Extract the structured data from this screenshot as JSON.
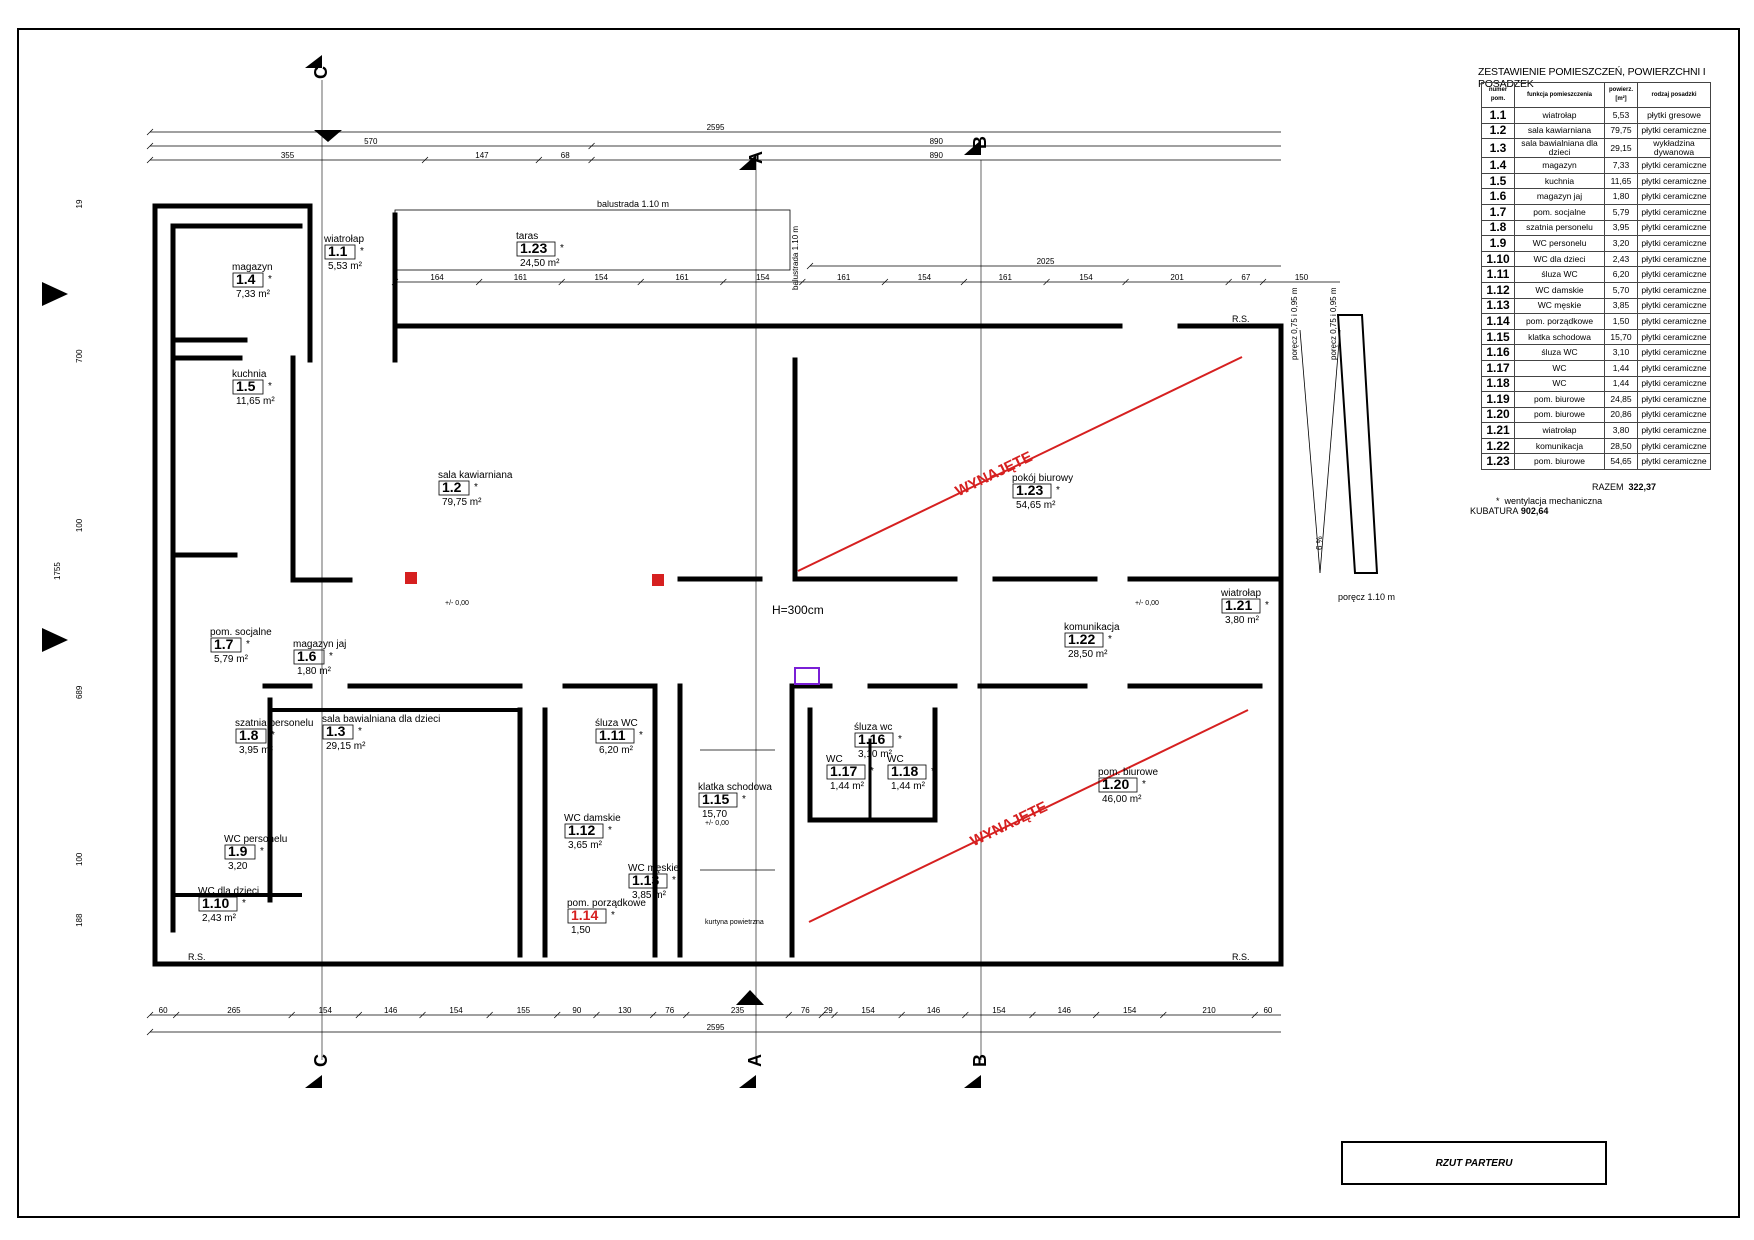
{
  "drawing": {
    "title": "RZUT PARTERU",
    "height_note": "H=300cm",
    "rented_label": "WYNAJĘTE",
    "balustrade": "balustrada 1.10 m",
    "balustrade_v": "balustrada 1.10 m",
    "handrail_ramp": "poręcz 1.10 m",
    "handrail_a": "poręcz 0,75 i 0,95 m",
    "handrail_b": "poręcz 0,75 i 0,95 m",
    "ramp_slope": "6 %",
    "rs": "R.S.",
    "air_curtain": "kurtyna powietrzna",
    "level": "+/- 0,00",
    "section_c": "C",
    "section_a": "A",
    "section_b": "B",
    "rented_color": "#d62020"
  },
  "rooms": [
    {
      "num": "1.1",
      "name": "wiatrołap",
      "area": "5,53 m²"
    },
    {
      "num": "1.2",
      "name": "sala kawiarniana",
      "area": "79,75 m²"
    },
    {
      "num": "1.3",
      "name": "sala bawialniana dla dzieci",
      "area": "29,15 m²"
    },
    {
      "num": "1.4",
      "name": "magazyn",
      "area": "7,33 m²"
    },
    {
      "num": "1.5",
      "name": "kuchnia",
      "area": "11,65 m²"
    },
    {
      "num": "1.6",
      "name": "magazyn jaj",
      "area": "1,80 m²"
    },
    {
      "num": "1.7",
      "name": "pom. socjalne",
      "area": "5,79 m²"
    },
    {
      "num": "1.8",
      "name": "szatnia personelu",
      "area": "3,95 m²"
    },
    {
      "num": "1.9",
      "name": "WC personelu",
      "area": "3,20"
    },
    {
      "num": "1.10",
      "name": "WC dla dzieci",
      "area": "2,43 m²"
    },
    {
      "num": "1.11",
      "name": "śluza WC",
      "area": "6,20 m²"
    },
    {
      "num": "1.12",
      "name": "WC damskie",
      "area": "3,65 m²"
    },
    {
      "num": "1.13",
      "name": "WC męskie",
      "area": "3,85 m²"
    },
    {
      "num": "1.14",
      "name": "pom. porządkowe",
      "area": "1,50"
    },
    {
      "num": "1.15",
      "name": "klatka schodowa",
      "area": "15,70"
    },
    {
      "num": "1.16",
      "name": "śluza wc",
      "area": "3,10 m²"
    },
    {
      "num": "1.17",
      "name": "WC",
      "area": "1,44 m²"
    },
    {
      "num": "1.18",
      "name": "WC",
      "area": "1,44 m²"
    },
    {
      "num": "1.20",
      "name": "pom. biurowe",
      "area": "46,00 m²"
    },
    {
      "num": "1.21",
      "name": "wiatrołap",
      "area": "3,80 m²"
    },
    {
      "num": "1.22",
      "name": "komunikacja",
      "area": "28,50 m²"
    },
    {
      "num": "1.23",
      "name": "taras",
      "area": "24,50 m²"
    },
    {
      "num": "1.23",
      "name": "pokój biurowy",
      "area": "54,65 m²"
    }
  ],
  "dimensions": {
    "top_total": "2595",
    "top_row1": [
      "570",
      "890"
    ],
    "top_row2": [
      "355",
      "147",
      "68",
      "890"
    ],
    "facade_total": "2025",
    "facade": [
      "164",
      "161",
      "154",
      "161",
      "154",
      "161",
      "154",
      "161",
      "154",
      "201",
      "67",
      "150"
    ],
    "bottom_total": "2595",
    "bottom": [
      "60",
      "265",
      "154",
      "146",
      "154",
      "155",
      "90",
      "130",
      "76",
      "235",
      "76",
      "29",
      "154",
      "146",
      "154",
      "146",
      "154",
      "210",
      "60"
    ],
    "left": [
      "188",
      "100",
      "689",
      "100",
      "700",
      "19"
    ],
    "left_total": "1755"
  },
  "schedule": {
    "title": "ZESTAWIENIE POMIESZCZEŃ, POWIERZCHNI I POSADZEK",
    "headers": [
      "numer pom.",
      "funkcja pomieszczenia",
      "powierz. [m²]",
      "rodzaj posadzki"
    ],
    "rows": [
      [
        "1.1",
        "wiatrołap",
        "5,53",
        "płytki gresowe"
      ],
      [
        "1.2",
        "sala kawiarniana",
        "79,75",
        "płytki ceramiczne"
      ],
      [
        "1.3",
        "sala bawialniana dla dzieci",
        "29,15",
        "wykładzina dywanowa"
      ],
      [
        "1.4",
        "magazyn",
        "7,33",
        "płytki ceramiczne"
      ],
      [
        "1.5",
        "kuchnia",
        "11,65",
        "płytki ceramiczne"
      ],
      [
        "1.6",
        "magazyn jaj",
        "1,80",
        "płytki ceramiczne"
      ],
      [
        "1.7",
        "pom. socjalne",
        "5,79",
        "płytki ceramiczne"
      ],
      [
        "1.8",
        "szatnia personelu",
        "3,95",
        "płytki ceramiczne"
      ],
      [
        "1.9",
        "WC personelu",
        "3,20",
        "płytki ceramiczne"
      ],
      [
        "1.10",
        "WC dla dzieci",
        "2,43",
        "płytki ceramiczne"
      ],
      [
        "1.11",
        "śluza WC",
        "6,20",
        "płytki ceramiczne"
      ],
      [
        "1.12",
        "WC damskie",
        "5,70",
        "płytki ceramiczne"
      ],
      [
        "1.13",
        "WC męskie",
        "3,85",
        "płytki ceramiczne"
      ],
      [
        "1.14",
        "pom. porządkowe",
        "1,50",
        "płytki ceramiczne"
      ],
      [
        "1.15",
        "klatka schodowa",
        "15,70",
        "płytki ceramiczne"
      ],
      [
        "1.16",
        "śluza WC",
        "3,10",
        "płytki ceramiczne"
      ],
      [
        "1.17",
        "WC",
        "1,44",
        "płytki ceramiczne"
      ],
      [
        "1.18",
        "WC",
        "1,44",
        "płytki ceramiczne"
      ],
      [
        "1.19",
        "pom. biurowe",
        "24,85",
        "płytki ceramiczne"
      ],
      [
        "1.20",
        "pom. biurowe",
        "20,86",
        "płytki ceramiczne"
      ],
      [
        "1.21",
        "wiatrołap",
        "3,80",
        "płytki ceramiczne"
      ],
      [
        "1.22",
        "komunikacja",
        "28,50",
        "płytki ceramiczne"
      ],
      [
        "1.23",
        "pom. biurowe",
        "54,65",
        "płytki ceramiczne"
      ]
    ],
    "total_label": "RAZEM",
    "total_value": "322,37",
    "ventilation_mark": "*",
    "ventilation_label": "wentylacja mechaniczna",
    "volume_label": "KUBATURA",
    "volume_value": "902,64"
  }
}
